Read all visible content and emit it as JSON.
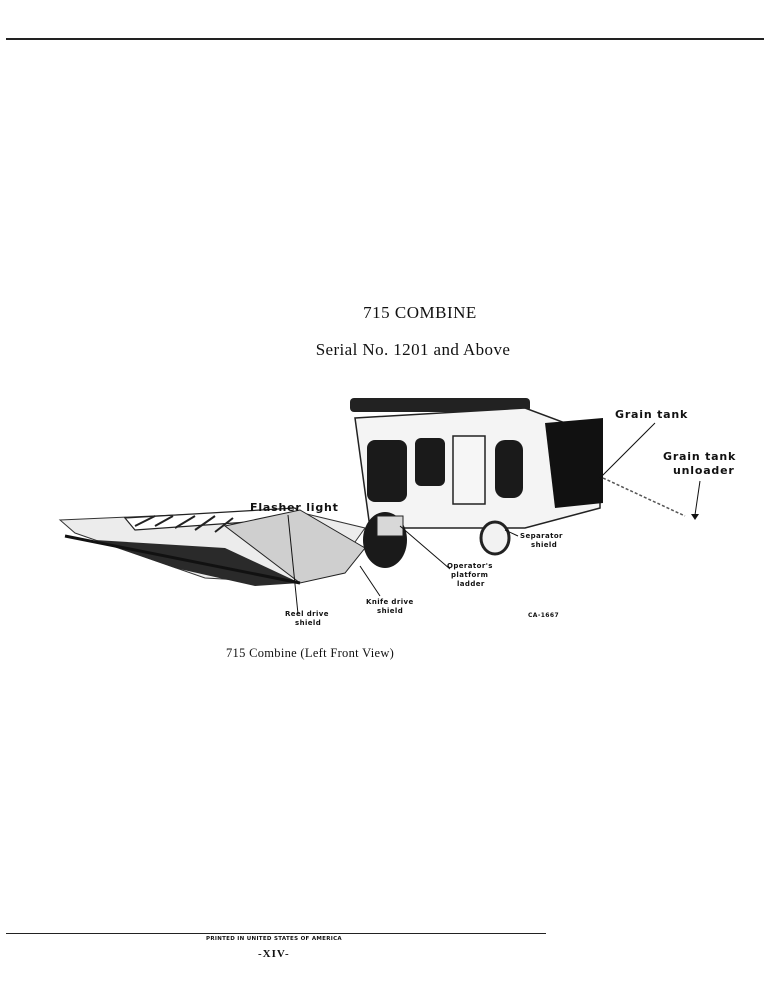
{
  "document": {
    "title": "715 COMBINE",
    "subtitle": "Serial No.  1201 and Above",
    "caption": "715 Combine (Left Front View)",
    "footer_printed": "PRINTED IN UNITED STATES OF AMERICA",
    "page_number": "-XIV-"
  },
  "figure": {
    "labels": {
      "grain_tank": "Grain tank",
      "grain_tank_unloader_1": "Grain tank",
      "grain_tank_unloader_2": "unloader",
      "flasher_light": "Flasher light",
      "separator_shield_1": "Separator",
      "separator_shield_2": "shield",
      "operators_ladder_1": "Operator's",
      "operators_ladder_2": "platform",
      "operators_ladder_3": "ladder",
      "knife_drive_1": "Knife drive",
      "knife_drive_2": "shield",
      "reel_drive_1": "Reel drive",
      "reel_drive_2": "shield",
      "figure_code": "CA-1667"
    }
  }
}
